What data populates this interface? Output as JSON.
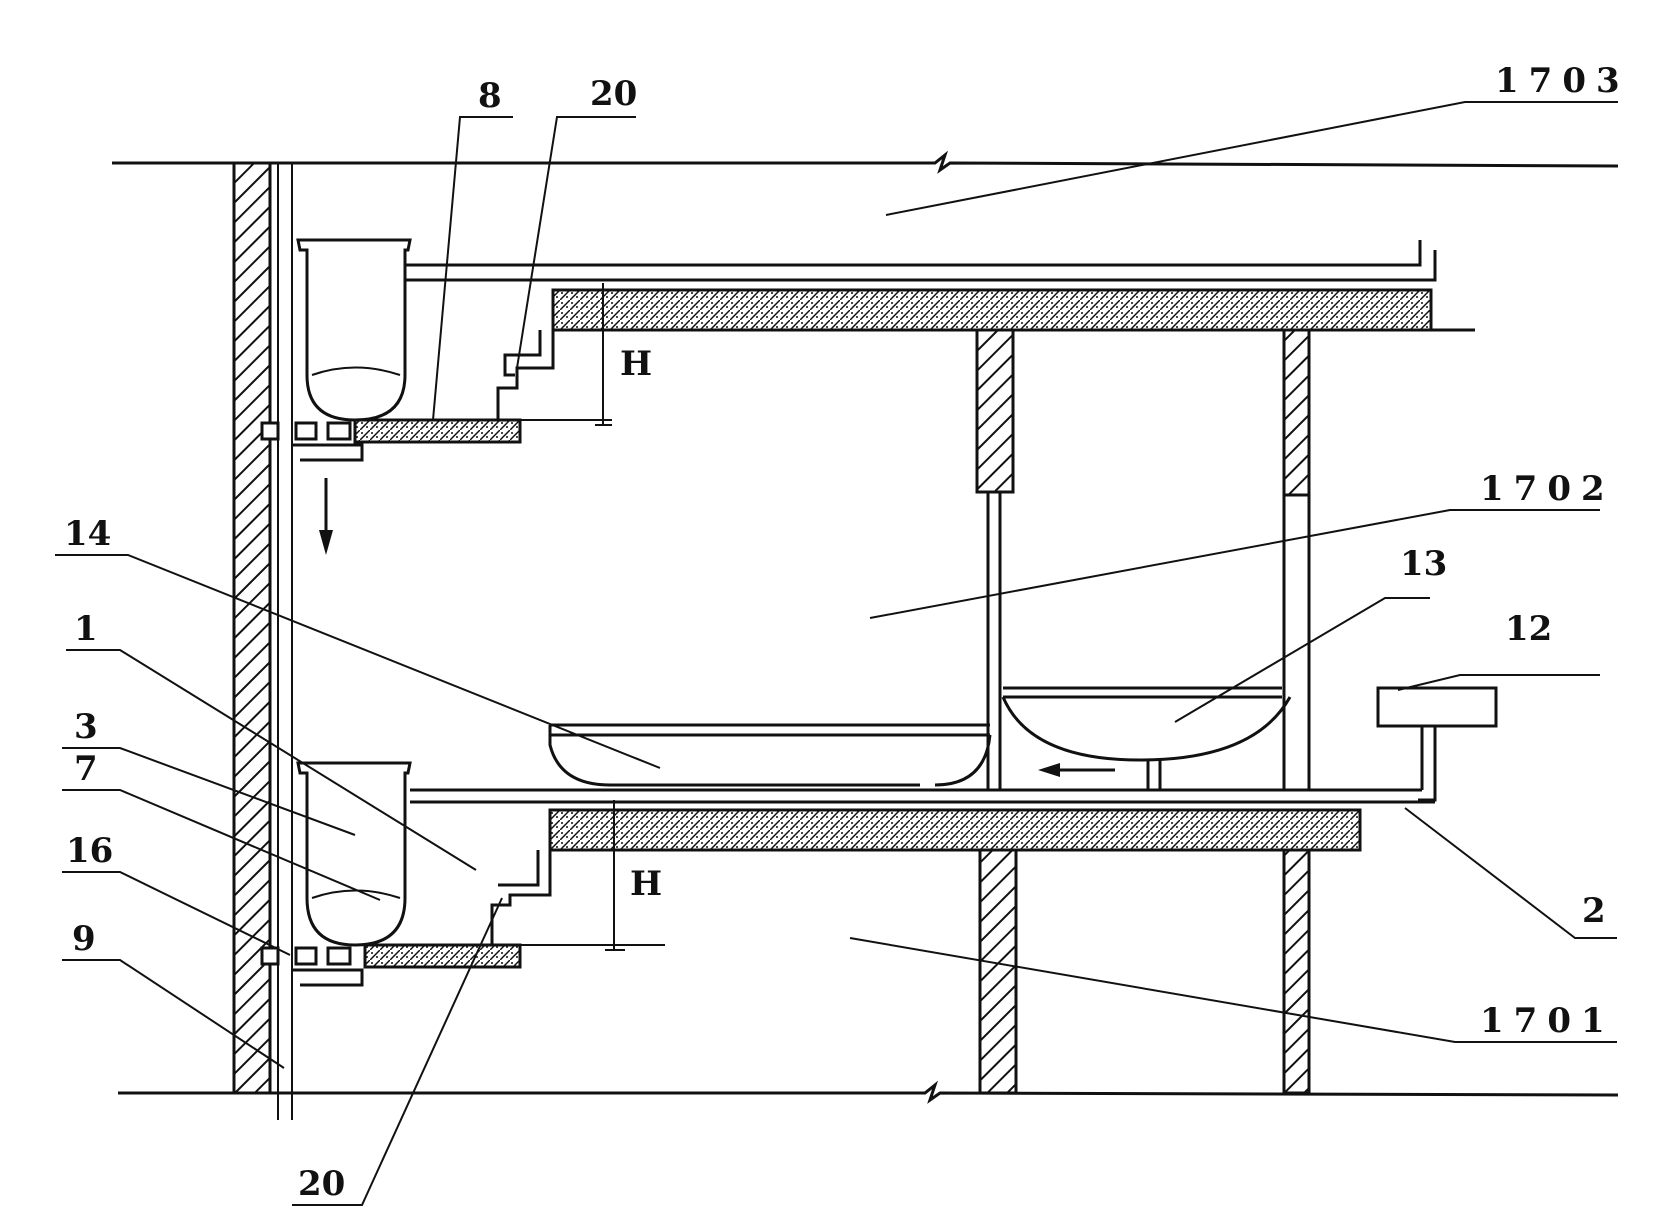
{
  "labels": {
    "l1703": "1703",
    "l1702": "1702",
    "l1701": "1701",
    "l8": "8",
    "l20_top": "20",
    "l20_bottom": "20",
    "lH_top": "H",
    "lH_bottom": "H",
    "l14": "14",
    "l1": "1",
    "l3": "3",
    "l7": "7",
    "l16": "16",
    "l9": "9",
    "l13": "13",
    "l12": "12",
    "l2": "2"
  }
}
